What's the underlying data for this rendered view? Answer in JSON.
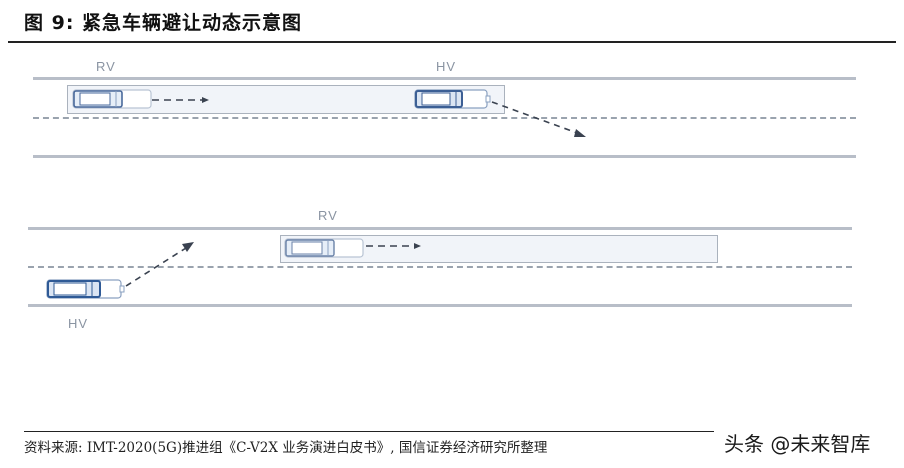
{
  "figure": {
    "title": "图 9:  紧急车辆避让动态示意图"
  },
  "diagram_top": {
    "labels": {
      "rv": "RV",
      "hv": "HV"
    },
    "description": "HV ahead in same lane as RV (emergency vehicle) changes lane to the right to yield"
  },
  "diagram_bottom": {
    "labels": {
      "rv": "RV",
      "hv": "HV"
    },
    "description": "HV in adjacent lane behind RV moves diagonally toward RV lane after RV passes"
  },
  "colors": {
    "road_line": "#b8bec8",
    "lane_dash": "#9aa3ae",
    "highlight_box": "#f1f4f9",
    "car_outline": "#4a6a9c",
    "car_fill": "#ffffff",
    "arrow": "#3a4250",
    "label": "#8a94a2"
  },
  "footer": {
    "source": "资料来源: IMT-2020(5G)推进组《C-V2X 业务演进白皮书》, 国信证券经济研究所整理",
    "watermark": "头条 @未来智库"
  }
}
